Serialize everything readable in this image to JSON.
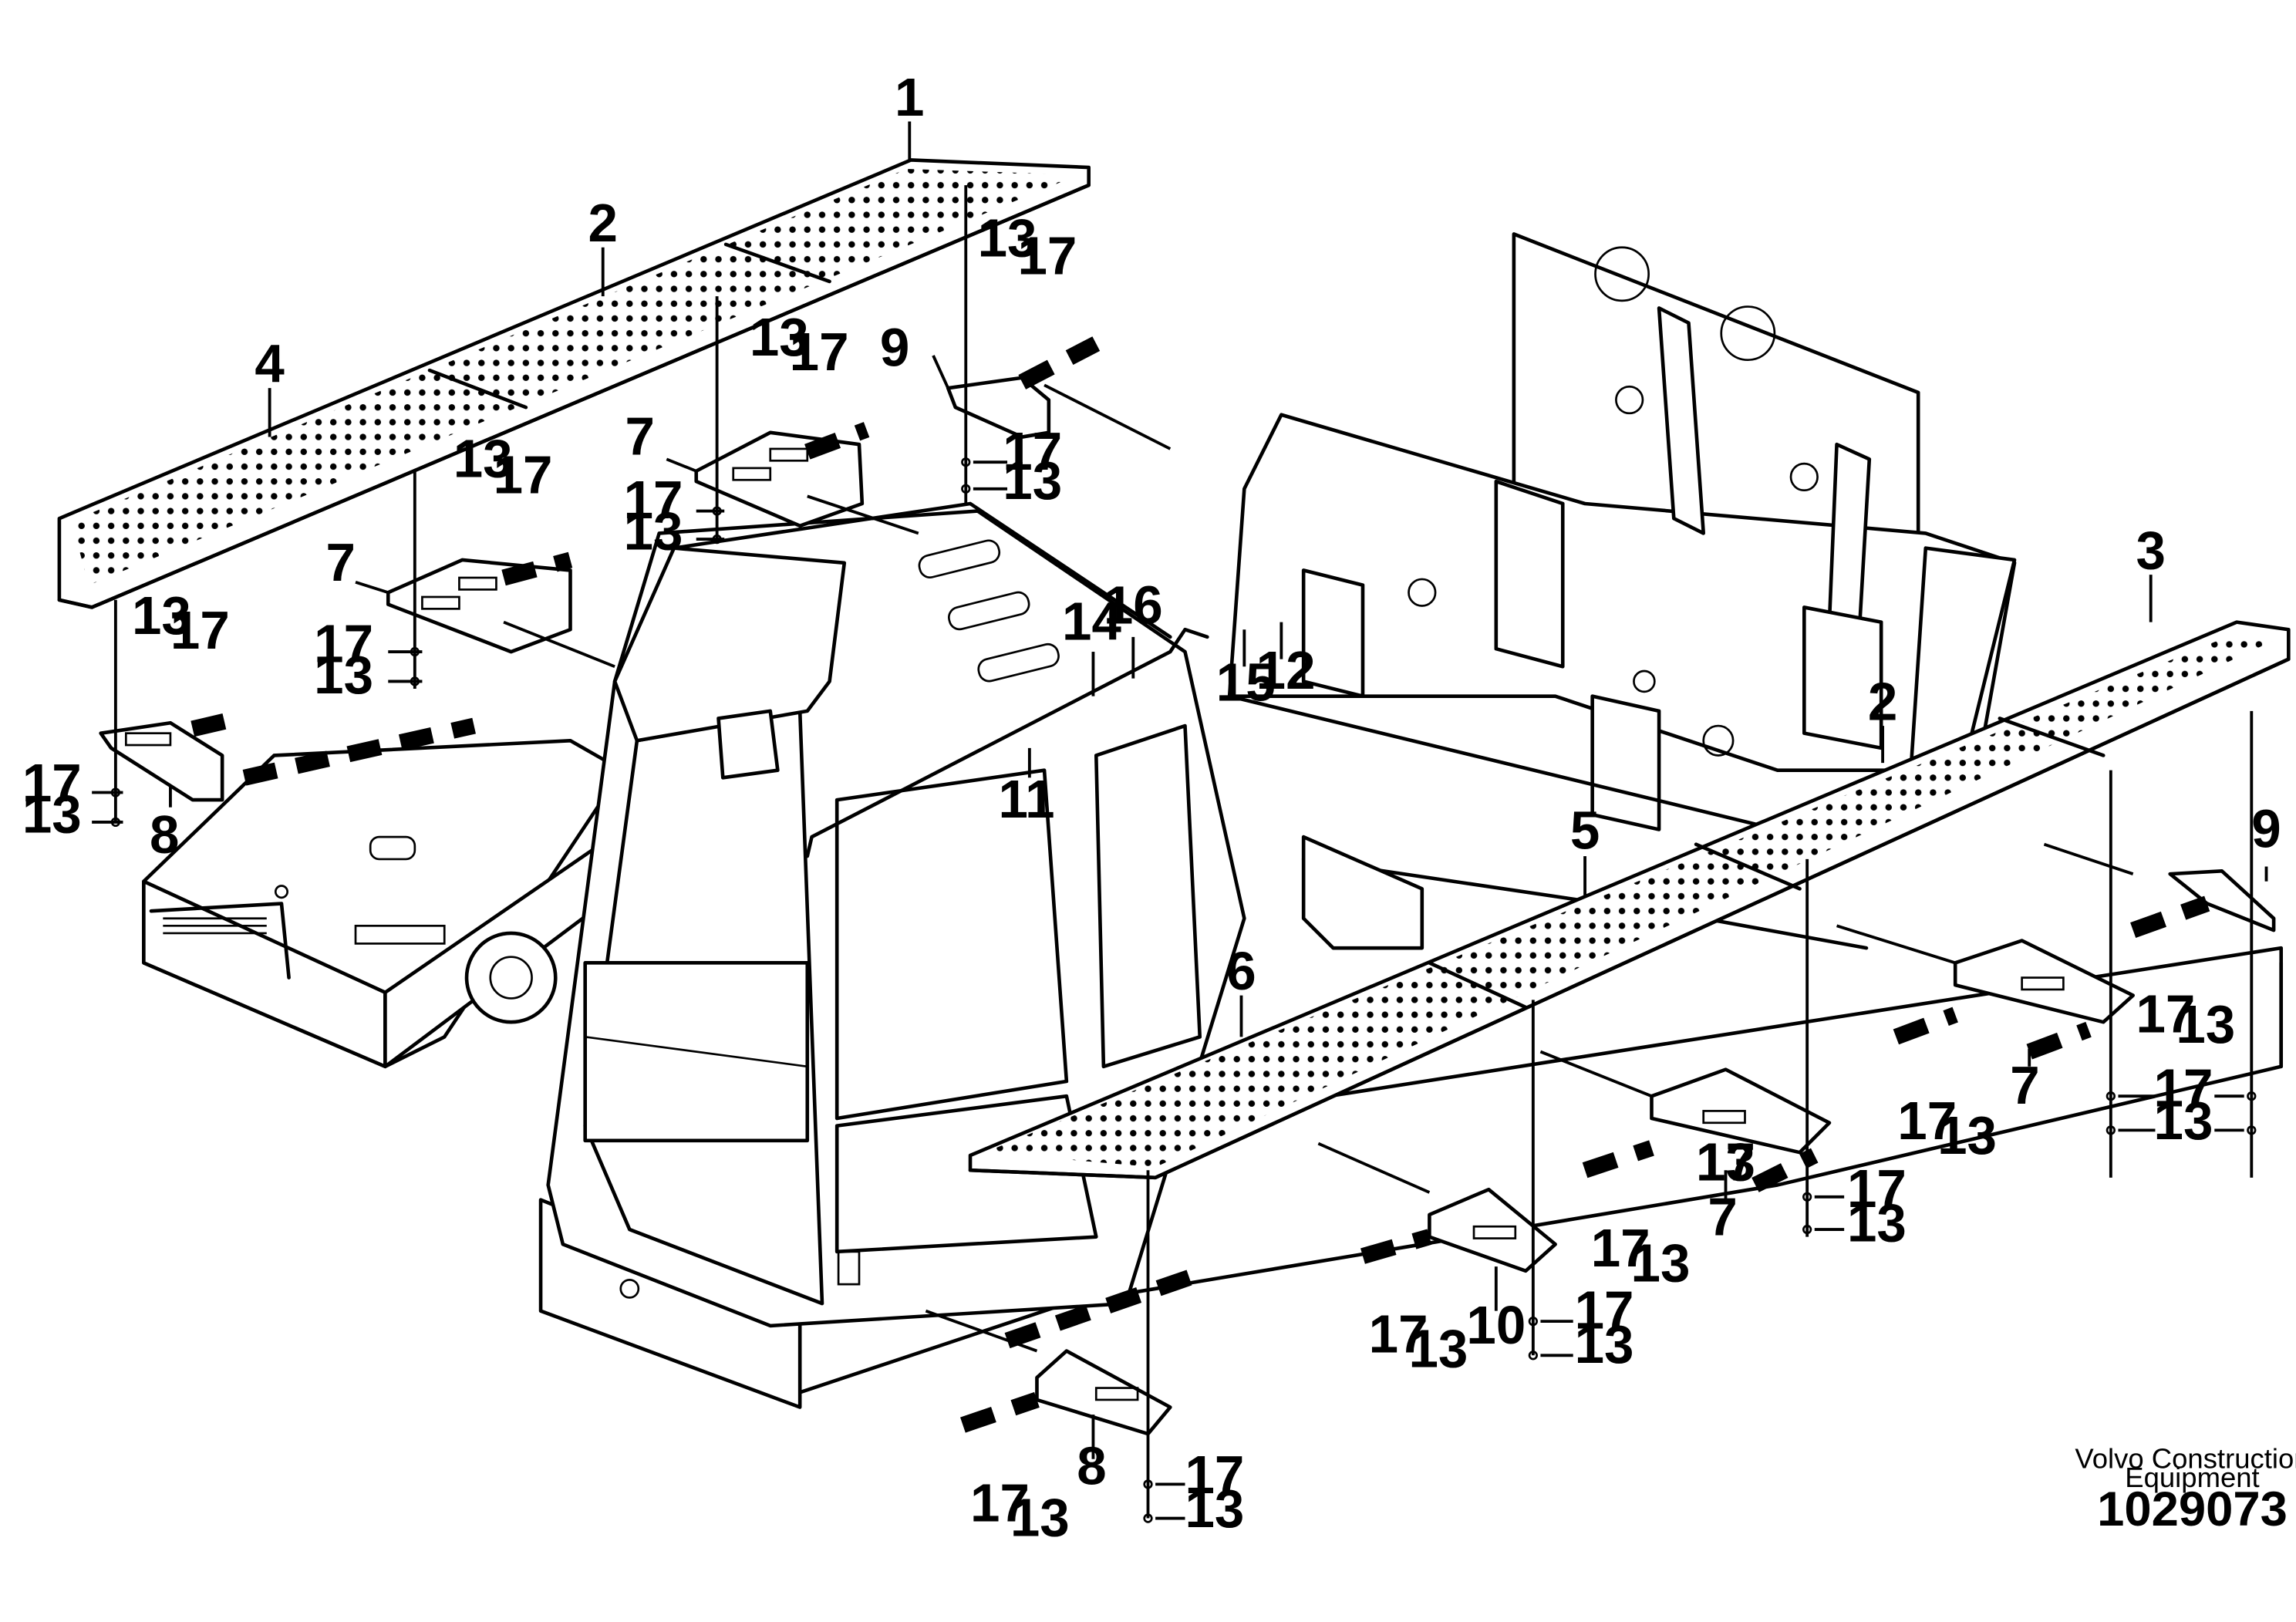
{
  "brand": {
    "line1": "Volvo Construction",
    "line2": "Equipment",
    "doc_number": "1029073"
  },
  "callouts": {
    "c1": "1",
    "c2a": "2",
    "c2b": "2",
    "c3": "3",
    "c4": "4",
    "c5": "5",
    "c6": "6",
    "c7a": "7",
    "c7b": "7",
    "c7c": "7",
    "c7d": "7",
    "c8a": "8",
    "c8b": "8",
    "c9a": "9",
    "c9b": "9",
    "c10": "10",
    "c11": "11",
    "c12": "12",
    "c13_01": "13",
    "c13_02": "13",
    "c13_03": "13",
    "c13_04": "13",
    "c13_05": "13",
    "c13_06": "13",
    "c13_07": "13",
    "c13_08": "13",
    "c13_09": "13",
    "c13_10": "13",
    "c13_11": "13",
    "c13_12": "13",
    "c13_13": "13",
    "c13_14": "13",
    "c13_15": "13",
    "c13_16": "13",
    "c13_17": "13",
    "c13_18": "13",
    "c14": "14",
    "c15": "15",
    "c16": "16",
    "c17_01": "17",
    "c17_02": "17",
    "c17_03": "17",
    "c17_04": "17",
    "c17_05": "17",
    "c17_06": "17",
    "c17_07": "17",
    "c17_08": "17",
    "c17_09": "17",
    "c17_10": "17",
    "c17_11": "17",
    "c17_12": "17",
    "c17_13": "17",
    "c17_14": "17",
    "c17_15": "17",
    "c17_16": "17",
    "c17_17": "17",
    "c17_18": "17"
  }
}
